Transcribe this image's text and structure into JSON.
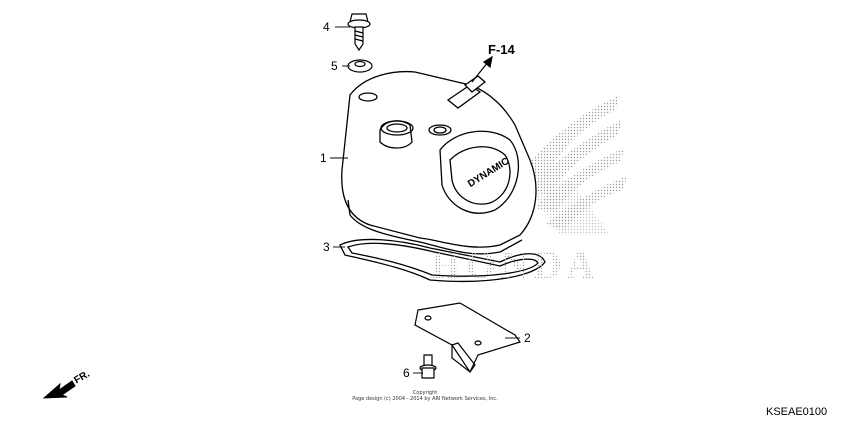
{
  "diagram": {
    "callouts": [
      {
        "id": "1",
        "label": "1"
      },
      {
        "id": "2",
        "label": "2"
      },
      {
        "id": "3",
        "label": "3"
      },
      {
        "id": "4",
        "label": "4"
      },
      {
        "id": "5",
        "label": "5"
      },
      {
        "id": "6",
        "label": "6"
      }
    ],
    "reference": "F-14",
    "direction": "FR.",
    "cover_emboss": "DYNAMIC",
    "watermark": "HONDA",
    "copyright_line1": "Copyright",
    "copyright_line2": "Page design (c) 2004 - 2014 by ARI Network Services, Inc.",
    "diagram_code": "KSEAE0100"
  }
}
